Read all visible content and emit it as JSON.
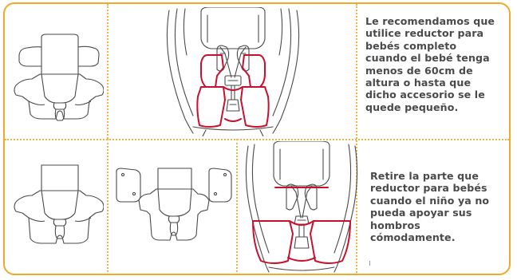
{
  "colors": {
    "frame": "#f0a929",
    "divider": "#f0b54a",
    "reducer_outline": "#c8102e",
    "line_art": "#4a4a4a",
    "text": "#4a4a4a"
  },
  "top_row": {
    "instruction_lines": [
      "Le recomendamos que",
      "utilice reductor para",
      "bebés completo",
      "cuando el bebé tenga",
      "menos de 60cm de",
      "altura o hasta que",
      "dicho accesorio se le",
      "quede pequeño."
    ]
  },
  "bottom_row": {
    "instruction_lines": [
      "Retire la parte que",
      "reductor para bebés",
      "cuando el niño ya no",
      "pueda apoyar sus",
      "hombros",
      "cómodamente."
    ]
  }
}
